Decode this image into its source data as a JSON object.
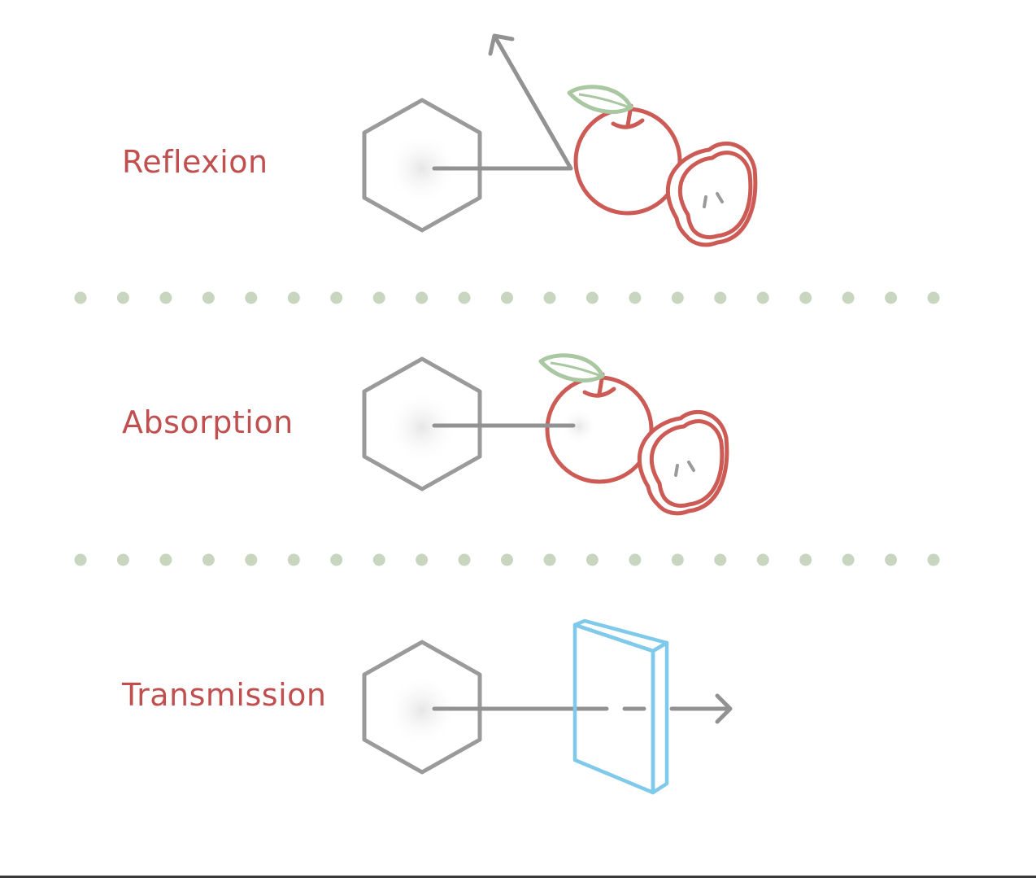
{
  "rows": {
    "reflexion": {
      "label": "Reflexion"
    },
    "absorption": {
      "label": "Absorption"
    },
    "transmission": {
      "label": "Transmission"
    }
  },
  "icons": {
    "source": "hexagon-light-source-icon",
    "object_opaque": "apple-icon",
    "object_transparent": "glass-pane-icon",
    "ray": "light-ray-arrow-icon"
  },
  "colors": {
    "label": "#c0504f",
    "ray": "#929292",
    "hexagon": "#9a9a9a",
    "apple": "#cc5a55",
    "leaf": "#a9c7a1",
    "glass": "#7fc9ea",
    "separator_dots": "#c8d6c0"
  }
}
